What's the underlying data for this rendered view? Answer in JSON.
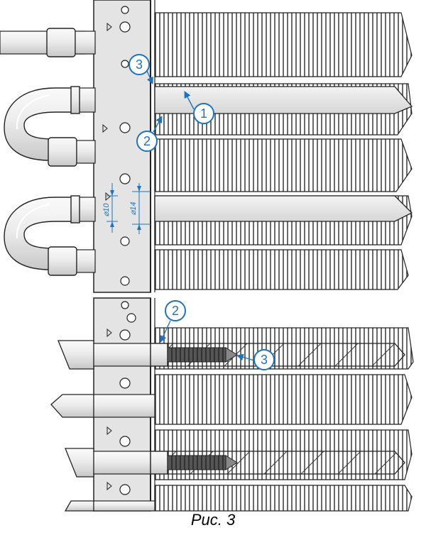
{
  "figure": {
    "caption": "Рис. 3",
    "callouts": {
      "top": [
        "1",
        "2",
        "3"
      ],
      "bottom": [
        "2",
        "3"
      ]
    },
    "dimensions": {
      "inner_diameter": "⌀10",
      "outer_diameter": "⌀14"
    },
    "colors": {
      "accent": "#1e73be",
      "line": "#222222",
      "plate": "#e4e4e4",
      "tube": "#eeeeee",
      "background": "#ffffff"
    }
  }
}
